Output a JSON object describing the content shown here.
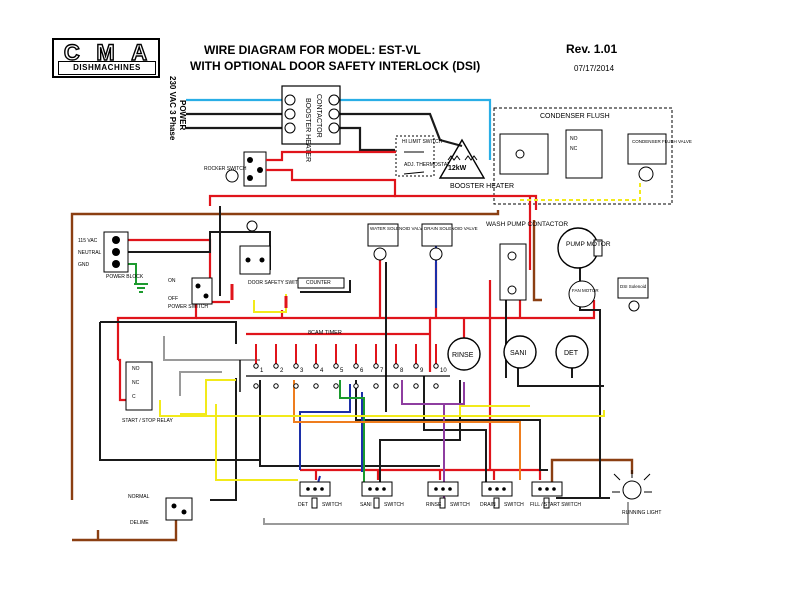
{
  "header": {
    "logo_letters": [
      "C",
      "M",
      "A"
    ],
    "logo_subtitle": "DISHMACHINES",
    "title_line1": "WIRE DIAGRAM FOR MODEL: EST-VL",
    "title_line2": "WITH OPTIONAL DOOR SAFETY INTERLOCK (DSI)",
    "revision": "Rev. 1.01",
    "date": "07/17/2014"
  },
  "power": {
    "label": "POWER",
    "phase": "230 VAC 3 Phase"
  },
  "components": {
    "booster_heater_top": "BOOSTER HEATER",
    "contactor_top": "CONTACTOR",
    "hi_limit": "HI LIMIT SWITCH",
    "adj_thermostat": "ADJ. THERMOSTAT",
    "booster_heater": "BOOSTER HEATER",
    "heater_kw": "12kW",
    "condenser_flush": "CONDENSER FLUSH",
    "condenser_flush_valve": "CONDENSER FLUSH VALVE",
    "rocker_switch": "ROCKER SWITCH",
    "vac_115": "115 VAC",
    "neutral": "NEUTRAL",
    "gnd": "GND",
    "power_block": "POWER BLOCK",
    "on": "ON",
    "off": "OFF",
    "power_switch": "POWER SWITCH",
    "door_safety_switch": "DOOR SAFETY SWITCH",
    "water_solenoid": "WATER SOLENOID VALVE",
    "drain_solenoid": "DRAIN SOLENOID VALVE",
    "wash_pump_contactor": "WASH PUMP CONTACTOR",
    "pump_motor": "PUMP MOTOR",
    "fan_motor": "FAN MOTOR",
    "dsi_solenoid": "DSI Solenoid",
    "counter": "COUNTER",
    "cam_timer": "8CAM TIMER",
    "rinse": "RINSE",
    "sani": "SANI",
    "det": "DET",
    "start_stop_relay": "START / STOP RELAY",
    "normal": "NORMAL",
    "delime": "DELIME",
    "det_switch": "DET",
    "sani_switch": "SANI",
    "rinse_switch": "RINSE",
    "drain_switch": "DRAIN",
    "switch_word": "SWITCH",
    "fill_start_switch": "FILL / START SWITCH",
    "running_light": "RUNNING LIGHT",
    "no": "NO",
    "nc": "NC",
    "c": "C"
  },
  "timer_cams": [
    "1",
    "2",
    "3",
    "4",
    "5",
    "6",
    "7",
    "8",
    "9",
    "10"
  ],
  "wire_colors": {
    "black": "#1a1a1a",
    "red": "#e0141b",
    "blue": "#29aee6",
    "brown": "#8b3f12",
    "yellow": "#f2ea1a",
    "green": "#1c9a2e",
    "orange": "#ee7d1e",
    "purple": "#8e3da0",
    "navy": "#1c2fa8",
    "gray": "#9a9a9a",
    "white": "#ffffff"
  }
}
